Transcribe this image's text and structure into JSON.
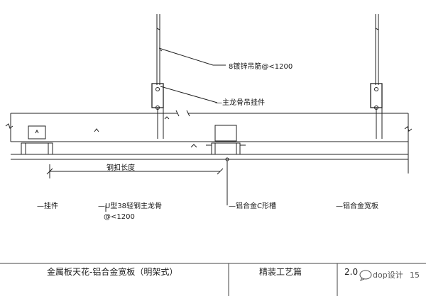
{
  "annotations": {
    "hanger_rod": "8镀锌吊筋@<1200",
    "main_keel_hanger": "主龙骨吊挂件",
    "pendant": "挂件",
    "u_keel": "U型38轻钢主龙骨",
    "u_keel_spacing": "@<1200",
    "c_channel": "铝合金C形槽",
    "wide_panel": "铝合金宽板",
    "span_dim": "钢扣长度"
  },
  "title_block": {
    "title": "金属板天花-铝合金宽板（明架式）",
    "section": "精装工艺篇",
    "sheet_no": "2.0"
  },
  "watermark": {
    "icon": "chat-bubble-icon",
    "text": "dop设计",
    "trailing": "15"
  }
}
